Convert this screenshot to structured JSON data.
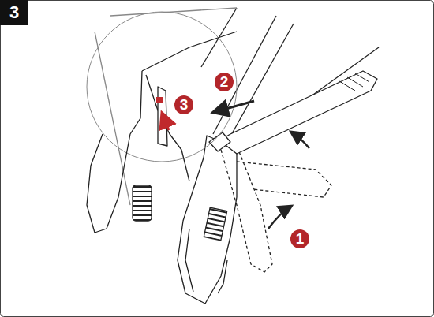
{
  "diagram": {
    "labels": [
      "3",
      "2",
      "3",
      "1"
    ]
  }
}
